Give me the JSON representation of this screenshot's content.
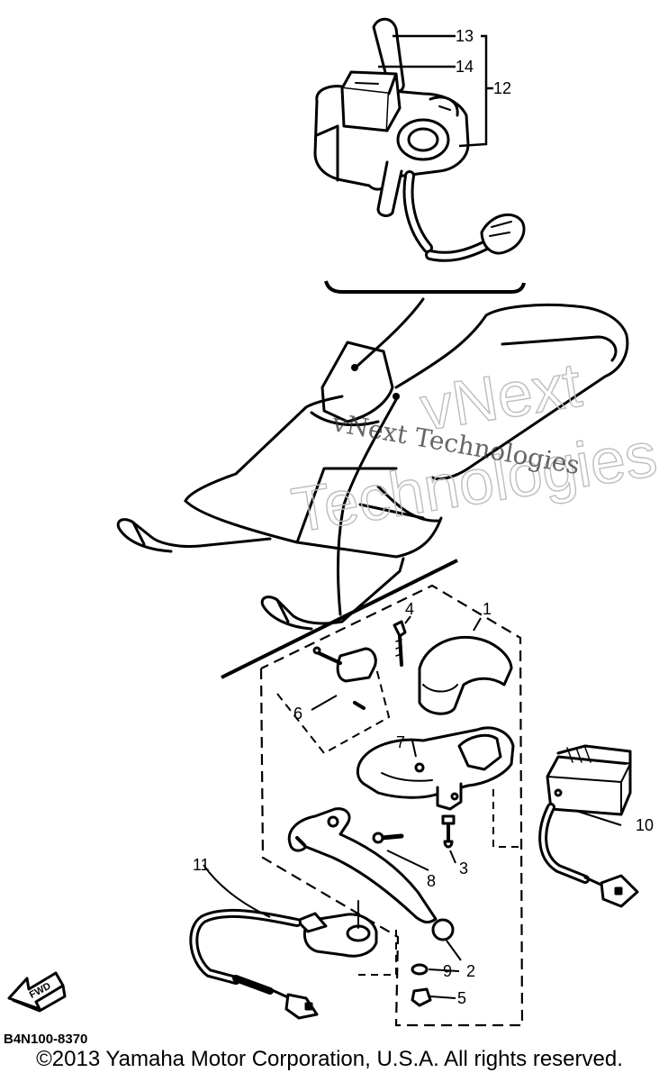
{
  "callouts": [
    {
      "id": "1",
      "label": "1"
    },
    {
      "id": "2",
      "label": "2"
    },
    {
      "id": "3",
      "label": "3"
    },
    {
      "id": "4",
      "label": "4"
    },
    {
      "id": "5",
      "label": "5"
    },
    {
      "id": "6",
      "label": "6"
    },
    {
      "id": "7",
      "label": "7"
    },
    {
      "id": "8",
      "label": "8"
    },
    {
      "id": "9",
      "label": "9"
    },
    {
      "id": "10",
      "label": "10"
    },
    {
      "id": "11",
      "label": "11"
    },
    {
      "id": "12",
      "label": "12"
    },
    {
      "id": "13",
      "label": "13"
    },
    {
      "id": "14",
      "label": "14"
    }
  ],
  "part_code": "B4N100-8370",
  "fwd_label": "FWD",
  "watermark": {
    "outline_line1": "vNext",
    "outline_line2": "Technologies",
    "overlay": "vNext Technologies"
  },
  "copyright": "©2013 Yamaha Motor Corporation, U.S.A. All rights reserved."
}
